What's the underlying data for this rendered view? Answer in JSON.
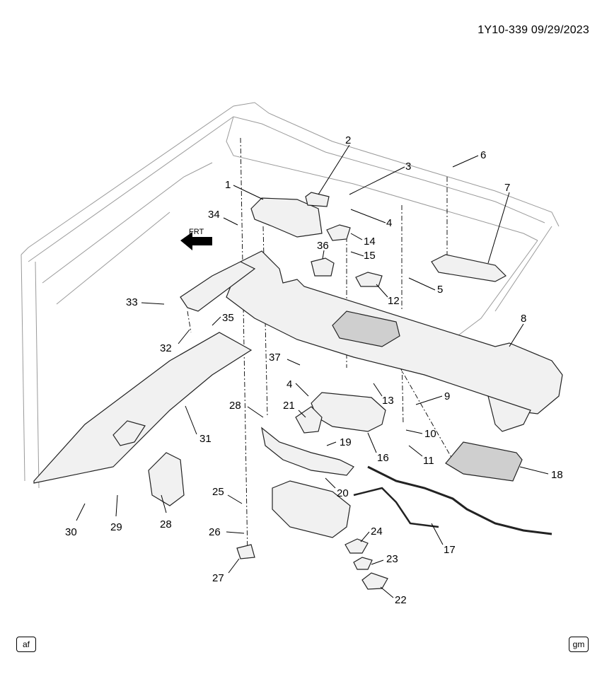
{
  "header": {
    "code": "1Y10-339  09/29/2023"
  },
  "direction_label": "FRT",
  "badges": {
    "left": "af",
    "right": "gm"
  },
  "callouts": [
    {
      "id": "1",
      "label": "1"
    },
    {
      "id": "2",
      "label": "2"
    },
    {
      "id": "3",
      "label": "3"
    },
    {
      "id": "4a",
      "label": "4"
    },
    {
      "id": "5",
      "label": "5"
    },
    {
      "id": "6",
      "label": "6"
    },
    {
      "id": "7",
      "label": "7"
    },
    {
      "id": "8",
      "label": "8"
    },
    {
      "id": "9",
      "label": "9"
    },
    {
      "id": "10",
      "label": "10"
    },
    {
      "id": "11",
      "label": "11"
    },
    {
      "id": "12",
      "label": "12"
    },
    {
      "id": "13",
      "label": "13"
    },
    {
      "id": "14",
      "label": "14"
    },
    {
      "id": "15",
      "label": "15"
    },
    {
      "id": "16",
      "label": "16"
    },
    {
      "id": "17",
      "label": "17"
    },
    {
      "id": "18",
      "label": "18"
    },
    {
      "id": "19",
      "label": "19"
    },
    {
      "id": "20",
      "label": "20"
    },
    {
      "id": "21",
      "label": "21"
    },
    {
      "id": "22",
      "label": "22"
    },
    {
      "id": "23",
      "label": "23"
    },
    {
      "id": "24",
      "label": "24"
    },
    {
      "id": "25",
      "label": "25"
    },
    {
      "id": "26",
      "label": "26"
    },
    {
      "id": "27",
      "label": "27"
    },
    {
      "id": "28a",
      "label": "28"
    },
    {
      "id": "28b",
      "label": "28"
    },
    {
      "id": "29",
      "label": "29"
    },
    {
      "id": "30",
      "label": "30"
    },
    {
      "id": "31",
      "label": "31"
    },
    {
      "id": "32",
      "label": "32"
    },
    {
      "id": "33",
      "label": "33"
    },
    {
      "id": "34",
      "label": "34"
    },
    {
      "id": "35",
      "label": "35"
    },
    {
      "id": "36",
      "label": "36"
    },
    {
      "id": "37",
      "label": "37"
    },
    {
      "id": "4b",
      "label": "4"
    }
  ]
}
